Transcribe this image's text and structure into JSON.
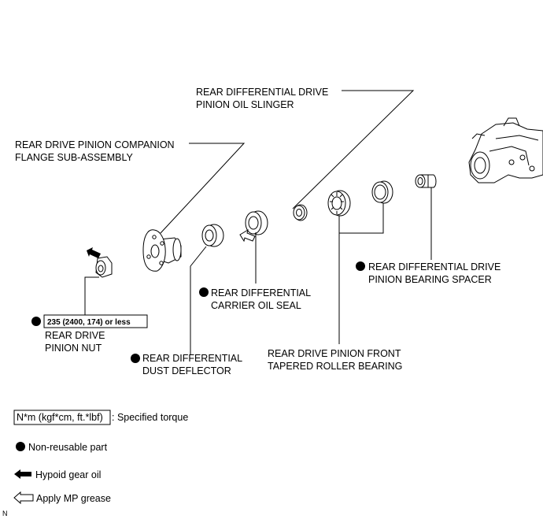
{
  "labels": {
    "oil_slinger": [
      "REAR DIFFERENTIAL DRIVE",
      "PINION OIL SLINGER"
    ],
    "companion_flange": [
      "REAR DRIVE PINION COMPANION",
      "FLANGE SUB-ASSEMBLY"
    ],
    "carrier_oil_seal": [
      "REAR DIFFERENTIAL",
      "CARRIER OIL SEAL"
    ],
    "bearing_spacer": [
      "REAR DIFFERENTIAL DRIVE",
      "PINION BEARING SPACER"
    ],
    "pinion_nut": [
      "REAR DRIVE",
      "PINION NUT"
    ],
    "dust_deflector": [
      "REAR DIFFERENTIAL",
      "DUST DEFLECTOR"
    ],
    "front_bearing": [
      "REAR DRIVE PINION FRONT",
      "TAPERED ROLLER BEARING"
    ]
  },
  "torque_value": "235 (2400, 174) or less",
  "legend": {
    "torque_units": "N*m (kgf*cm, ft.*lbf)",
    "torque_text": ": Specified torque",
    "non_reusable": "Non-reusable part",
    "hypoid_oil": "Hypoid gear oil",
    "mp_grease": "Apply MP grease"
  },
  "corner_mark": "N",
  "colors": {
    "ink": "#000000",
    "paper": "#ffffff"
  }
}
